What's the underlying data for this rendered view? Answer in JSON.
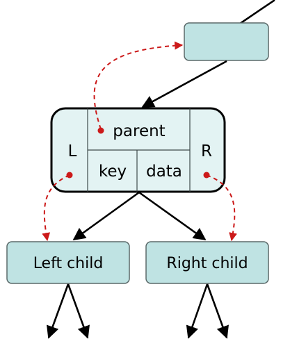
{
  "node": {
    "left_label": "L",
    "right_label": "R",
    "parent_label": "parent",
    "key_label": "key",
    "data_label": "data"
  },
  "children": {
    "left_label": "Left child",
    "right_label": "Right child"
  },
  "parent_node": {
    "label": ""
  },
  "colors": {
    "box_fill": "#bfe3e3",
    "main_fill": "#e3f3f3",
    "edge": "#000000",
    "pointer": "#cc1a1a"
  }
}
